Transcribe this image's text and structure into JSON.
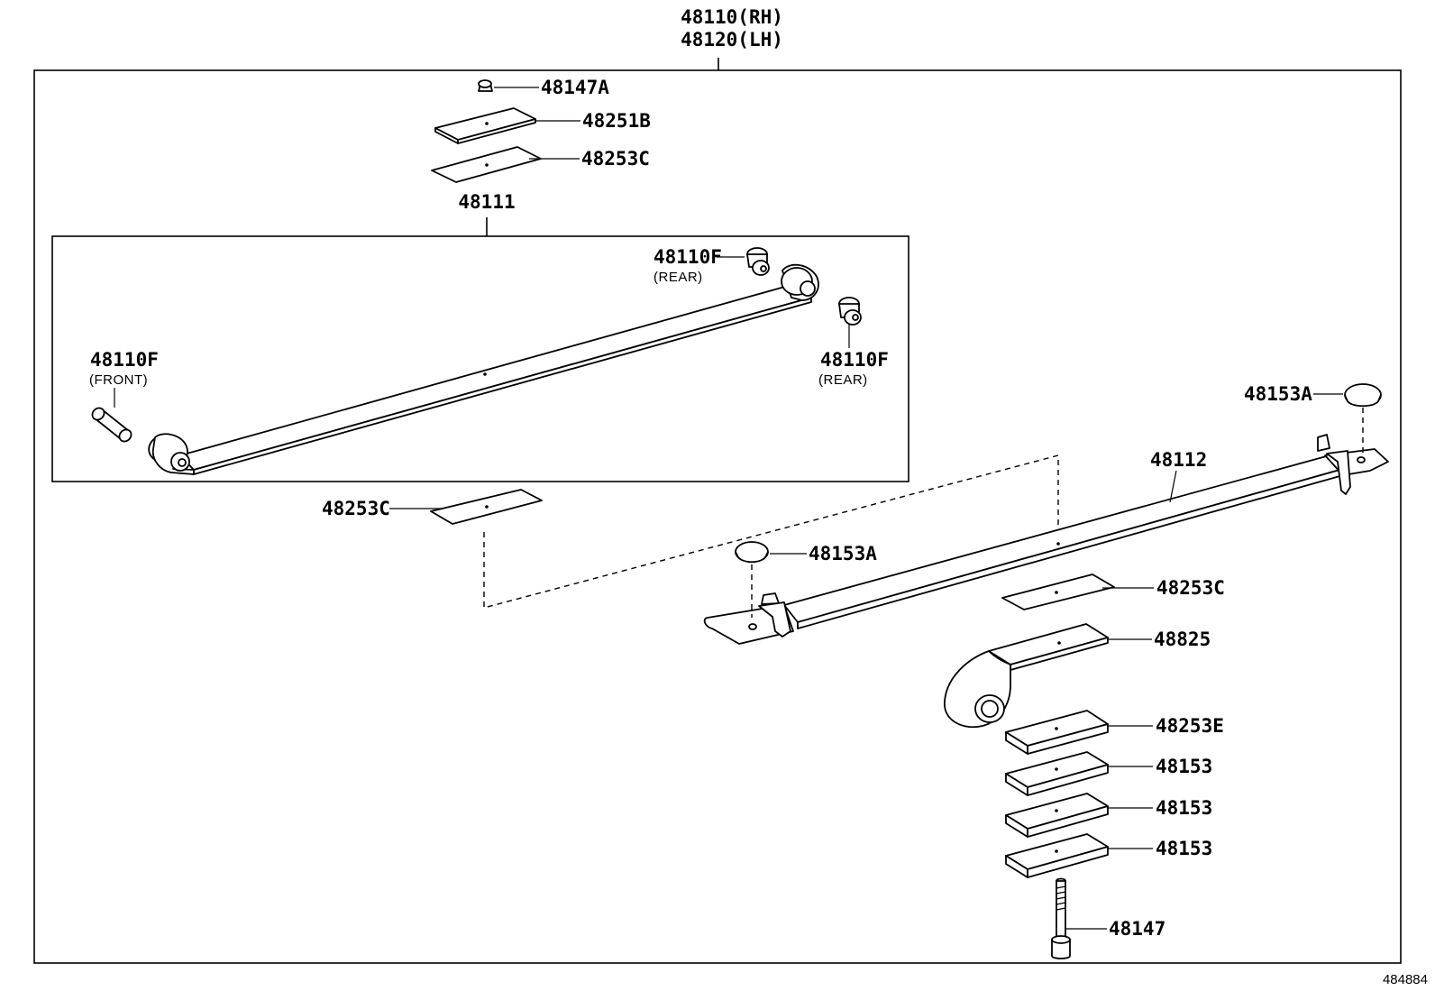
{
  "assembly": {
    "rh": "48110(RH)",
    "lh": "48120(LH)"
  },
  "parts": {
    "nut_48147A": "48147A",
    "plate_48251B": "48251B",
    "insert_48253C_top": "48253C",
    "leaf_48111": "48111",
    "bushing_rear_upper": "48110F",
    "bushing_rear_upper_note": "(REAR)",
    "bushing_rear_lower": "48110F",
    "bushing_rear_lower_note": "(REAR)",
    "bushing_front": "48110F",
    "bushing_front_note": "(FRONT)",
    "insert_48253C_left": "48253C",
    "leaf_48112": "48112",
    "pad_48153A_right": "48153A",
    "pad_48153A_left": "48153A",
    "insert_48253C_right": "48253C",
    "leaf_48825": "48825",
    "insert_48253E": "48253E",
    "spacer_48153_1": "48153",
    "spacer_48153_2": "48153",
    "spacer_48153_3": "48153",
    "bolt_48147": "48147"
  },
  "reference_number": "484884"
}
